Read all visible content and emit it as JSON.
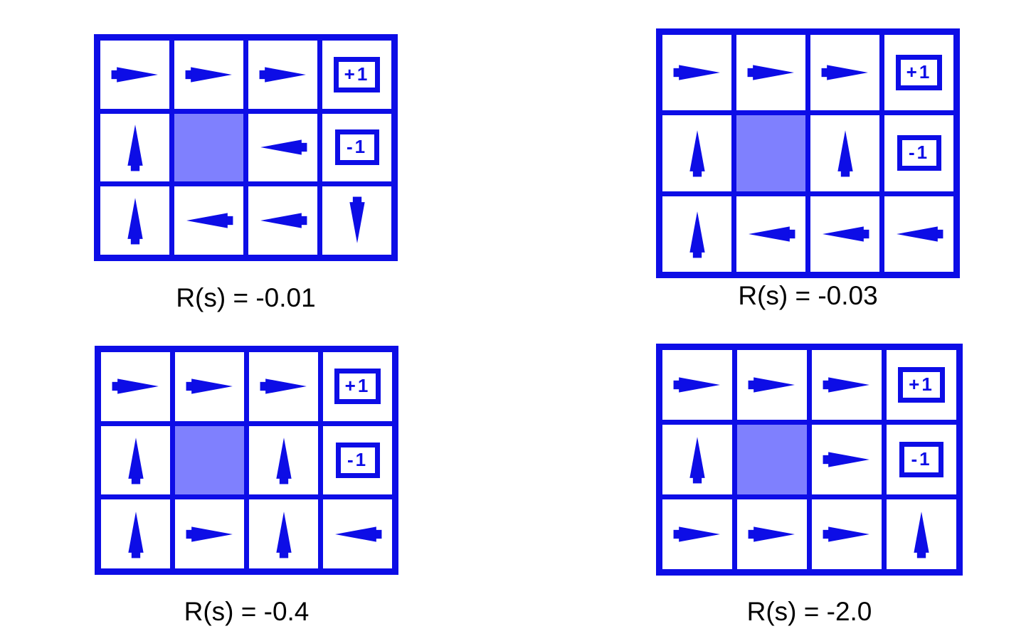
{
  "figure": {
    "title": "Optimal policies for varying living reward R(s) in a 4x3 grid world",
    "background_color": "#ffffff",
    "arrow_color": "#0D0DE6",
    "grid_line_color": "#0D0DE6",
    "blocked_cell_color": "#7F80FE",
    "caption_color": "#000000"
  },
  "glyphs": {
    "right": "arrow-right-icon",
    "left": "arrow-left-icon",
    "up": "arrow-up-icon",
    "down": "arrow-down-icon",
    "blocked": "blocked-cell",
    "terminal": "terminal-cell"
  },
  "chart_data": {
    "type": "diagram",
    "title": "Optimal policy as a function of the living reward R(s)",
    "grid_rows": 3,
    "grid_cols": 4,
    "blocked_cell": [
      1,
      1
    ],
    "terminal_values": {
      "positive": "+1",
      "negative": "-1"
    },
    "panels": [
      {
        "id": "panel-top-left",
        "caption": "R(s) = -0.01",
        "reward": -0.01,
        "rows": [
          [
            {
              "type": "arrow",
              "dir": "right"
            },
            {
              "type": "arrow",
              "dir": "right"
            },
            {
              "type": "arrow",
              "dir": "right"
            },
            {
              "type": "terminal",
              "label": "+1"
            }
          ],
          [
            {
              "type": "arrow",
              "dir": "up"
            },
            {
              "type": "blocked"
            },
            {
              "type": "arrow",
              "dir": "left"
            },
            {
              "type": "terminal",
              "label": "-1"
            }
          ],
          [
            {
              "type": "arrow",
              "dir": "up"
            },
            {
              "type": "arrow",
              "dir": "left"
            },
            {
              "type": "arrow",
              "dir": "left"
            },
            {
              "type": "arrow",
              "dir": "down"
            }
          ]
        ]
      },
      {
        "id": "panel-top-right",
        "caption": "R(s) = -0.03",
        "reward": -0.03,
        "rows": [
          [
            {
              "type": "arrow",
              "dir": "right"
            },
            {
              "type": "arrow",
              "dir": "right"
            },
            {
              "type": "arrow",
              "dir": "right"
            },
            {
              "type": "terminal",
              "label": "+1"
            }
          ],
          [
            {
              "type": "arrow",
              "dir": "up"
            },
            {
              "type": "blocked"
            },
            {
              "type": "arrow",
              "dir": "up"
            },
            {
              "type": "terminal",
              "label": "-1"
            }
          ],
          [
            {
              "type": "arrow",
              "dir": "up"
            },
            {
              "type": "arrow",
              "dir": "left"
            },
            {
              "type": "arrow",
              "dir": "left"
            },
            {
              "type": "arrow",
              "dir": "left"
            }
          ]
        ]
      },
      {
        "id": "panel-bottom-left",
        "caption": "R(s) = -0.4",
        "reward": -0.4,
        "rows": [
          [
            {
              "type": "arrow",
              "dir": "right"
            },
            {
              "type": "arrow",
              "dir": "right"
            },
            {
              "type": "arrow",
              "dir": "right"
            },
            {
              "type": "terminal",
              "label": "+1"
            }
          ],
          [
            {
              "type": "arrow",
              "dir": "up"
            },
            {
              "type": "blocked"
            },
            {
              "type": "arrow",
              "dir": "up"
            },
            {
              "type": "terminal",
              "label": "-1"
            }
          ],
          [
            {
              "type": "arrow",
              "dir": "up"
            },
            {
              "type": "arrow",
              "dir": "right"
            },
            {
              "type": "arrow",
              "dir": "up"
            },
            {
              "type": "arrow",
              "dir": "left"
            }
          ]
        ]
      },
      {
        "id": "panel-bottom-right",
        "caption": "R(s) = -2.0",
        "reward": -2.0,
        "rows": [
          [
            {
              "type": "arrow",
              "dir": "right"
            },
            {
              "type": "arrow",
              "dir": "right"
            },
            {
              "type": "arrow",
              "dir": "right"
            },
            {
              "type": "terminal",
              "label": "+1"
            }
          ],
          [
            {
              "type": "arrow",
              "dir": "up"
            },
            {
              "type": "blocked"
            },
            {
              "type": "arrow",
              "dir": "right"
            },
            {
              "type": "terminal",
              "label": "-1"
            }
          ],
          [
            {
              "type": "arrow",
              "dir": "right"
            },
            {
              "type": "arrow",
              "dir": "right"
            },
            {
              "type": "arrow",
              "dir": "right"
            },
            {
              "type": "arrow",
              "dir": "up"
            }
          ]
        ]
      }
    ]
  }
}
